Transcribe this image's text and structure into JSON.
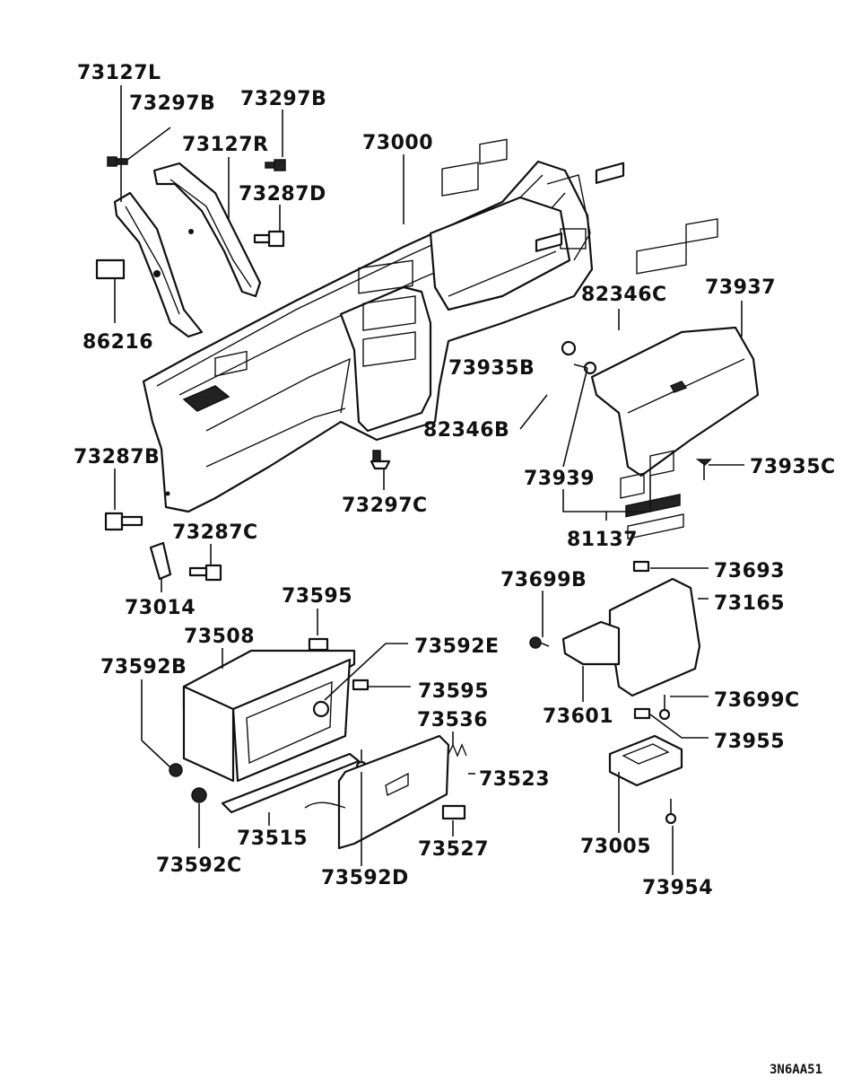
{
  "diagram": {
    "code": "3N6AA51",
    "labels": {
      "l73127L": "73127L",
      "l73297B_a": "73297B",
      "l73297B_b": "73297B",
      "l73127R": "73127R",
      "l73000": "73000",
      "l73287D": "73287D",
      "l86216": "86216",
      "l82346C": "82346C",
      "l73937": "73937",
      "l73935B": "73935B",
      "l82346B": "82346B",
      "l73939": "73939",
      "l73935C": "73935C",
      "l81137": "81137",
      "l73287B": "73287B",
      "l73297C": "73297C",
      "l73287C": "73287C",
      "l73014": "73014",
      "l73595_a": "73595",
      "l73508": "73508",
      "l73592E": "73592E",
      "l73592B": "73592B",
      "l73595_b": "73595",
      "l73536": "73536",
      "l73523": "73523",
      "l73515": "73515",
      "l73527": "73527",
      "l73592C": "73592C",
      "l73592D": "73592D",
      "l73699B": "73699B",
      "l73693": "73693",
      "l73165": "73165",
      "l73601": "73601",
      "l73699C": "73699C",
      "l73955": "73955",
      "l73005": "73005",
      "l73954": "73954"
    }
  }
}
